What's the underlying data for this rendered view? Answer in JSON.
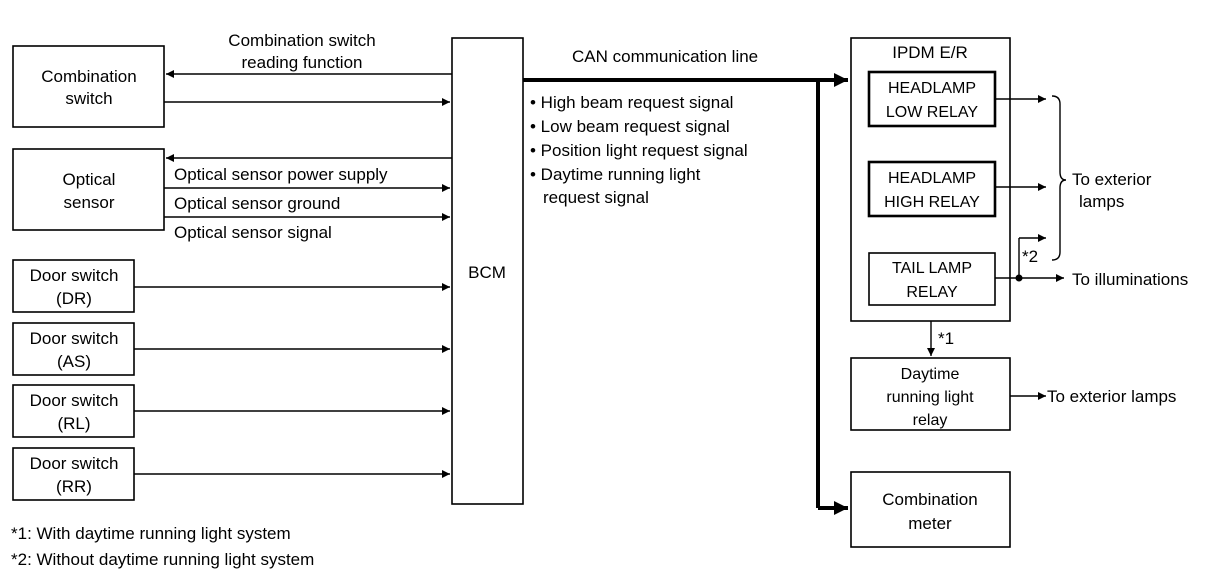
{
  "blocks": {
    "combination_switch": [
      "Combination",
      "switch"
    ],
    "optical_sensor": [
      "Optical",
      "sensor"
    ],
    "door_dr": [
      "Door switch",
      "(DR)"
    ],
    "door_as": [
      "Door switch",
      "(AS)"
    ],
    "door_rl": [
      "Door switch",
      "(RL)"
    ],
    "door_rr": [
      "Door switch",
      "(RR)"
    ],
    "bcm": "BCM",
    "ipdm": "IPDM E/R",
    "headlamp_low": [
      "HEADLAMP",
      "LOW RELAY"
    ],
    "headlamp_high": [
      "HEADLAMP",
      "HIGH RELAY"
    ],
    "tail_lamp": [
      "TAIL LAMP",
      "RELAY"
    ],
    "drl_relay": [
      "Daytime",
      "running light",
      "relay"
    ],
    "combination_meter": [
      "Combination",
      "meter"
    ]
  },
  "labels": {
    "comb_switch_reading": [
      "Combination switch",
      "reading function"
    ],
    "optical_power": "Optical sensor power supply",
    "optical_ground": "Optical sensor ground",
    "optical_signal": "Optical sensor signal",
    "can_line": "CAN communication line",
    "signals": [
      "• High beam request signal",
      "• Low beam request signal",
      "• Position light request signal",
      "• Daytime running light",
      "request signal"
    ],
    "to_exterior_lamps": [
      "To exterior",
      "lamps"
    ],
    "to_illuminations": "To illuminations",
    "to_exterior_lamps_drl": "To exterior lamps",
    "mark1": "*1",
    "mark2": "*2"
  },
  "footnotes": [
    "*1: With daytime running light system",
    "*2: Without daytime running light system"
  ]
}
